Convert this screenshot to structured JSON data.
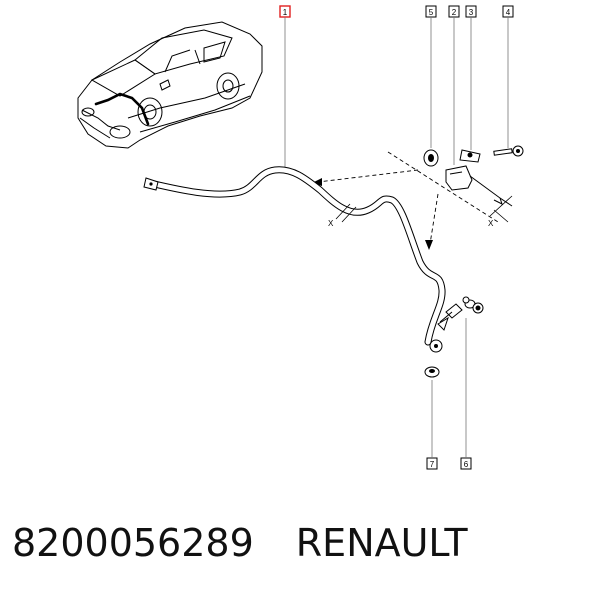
{
  "callouts": {
    "c1": "1",
    "c2": "2",
    "c3": "3",
    "c4": "4",
    "c5": "5",
    "c6": "6",
    "c7": "7"
  },
  "markers": {
    "x_left": "X",
    "x_right": "X"
  },
  "colors": {
    "highlight": "#e02020",
    "line": "#000000"
  },
  "footer": {
    "part_number": "8200056289",
    "brand": "RENAULT"
  }
}
